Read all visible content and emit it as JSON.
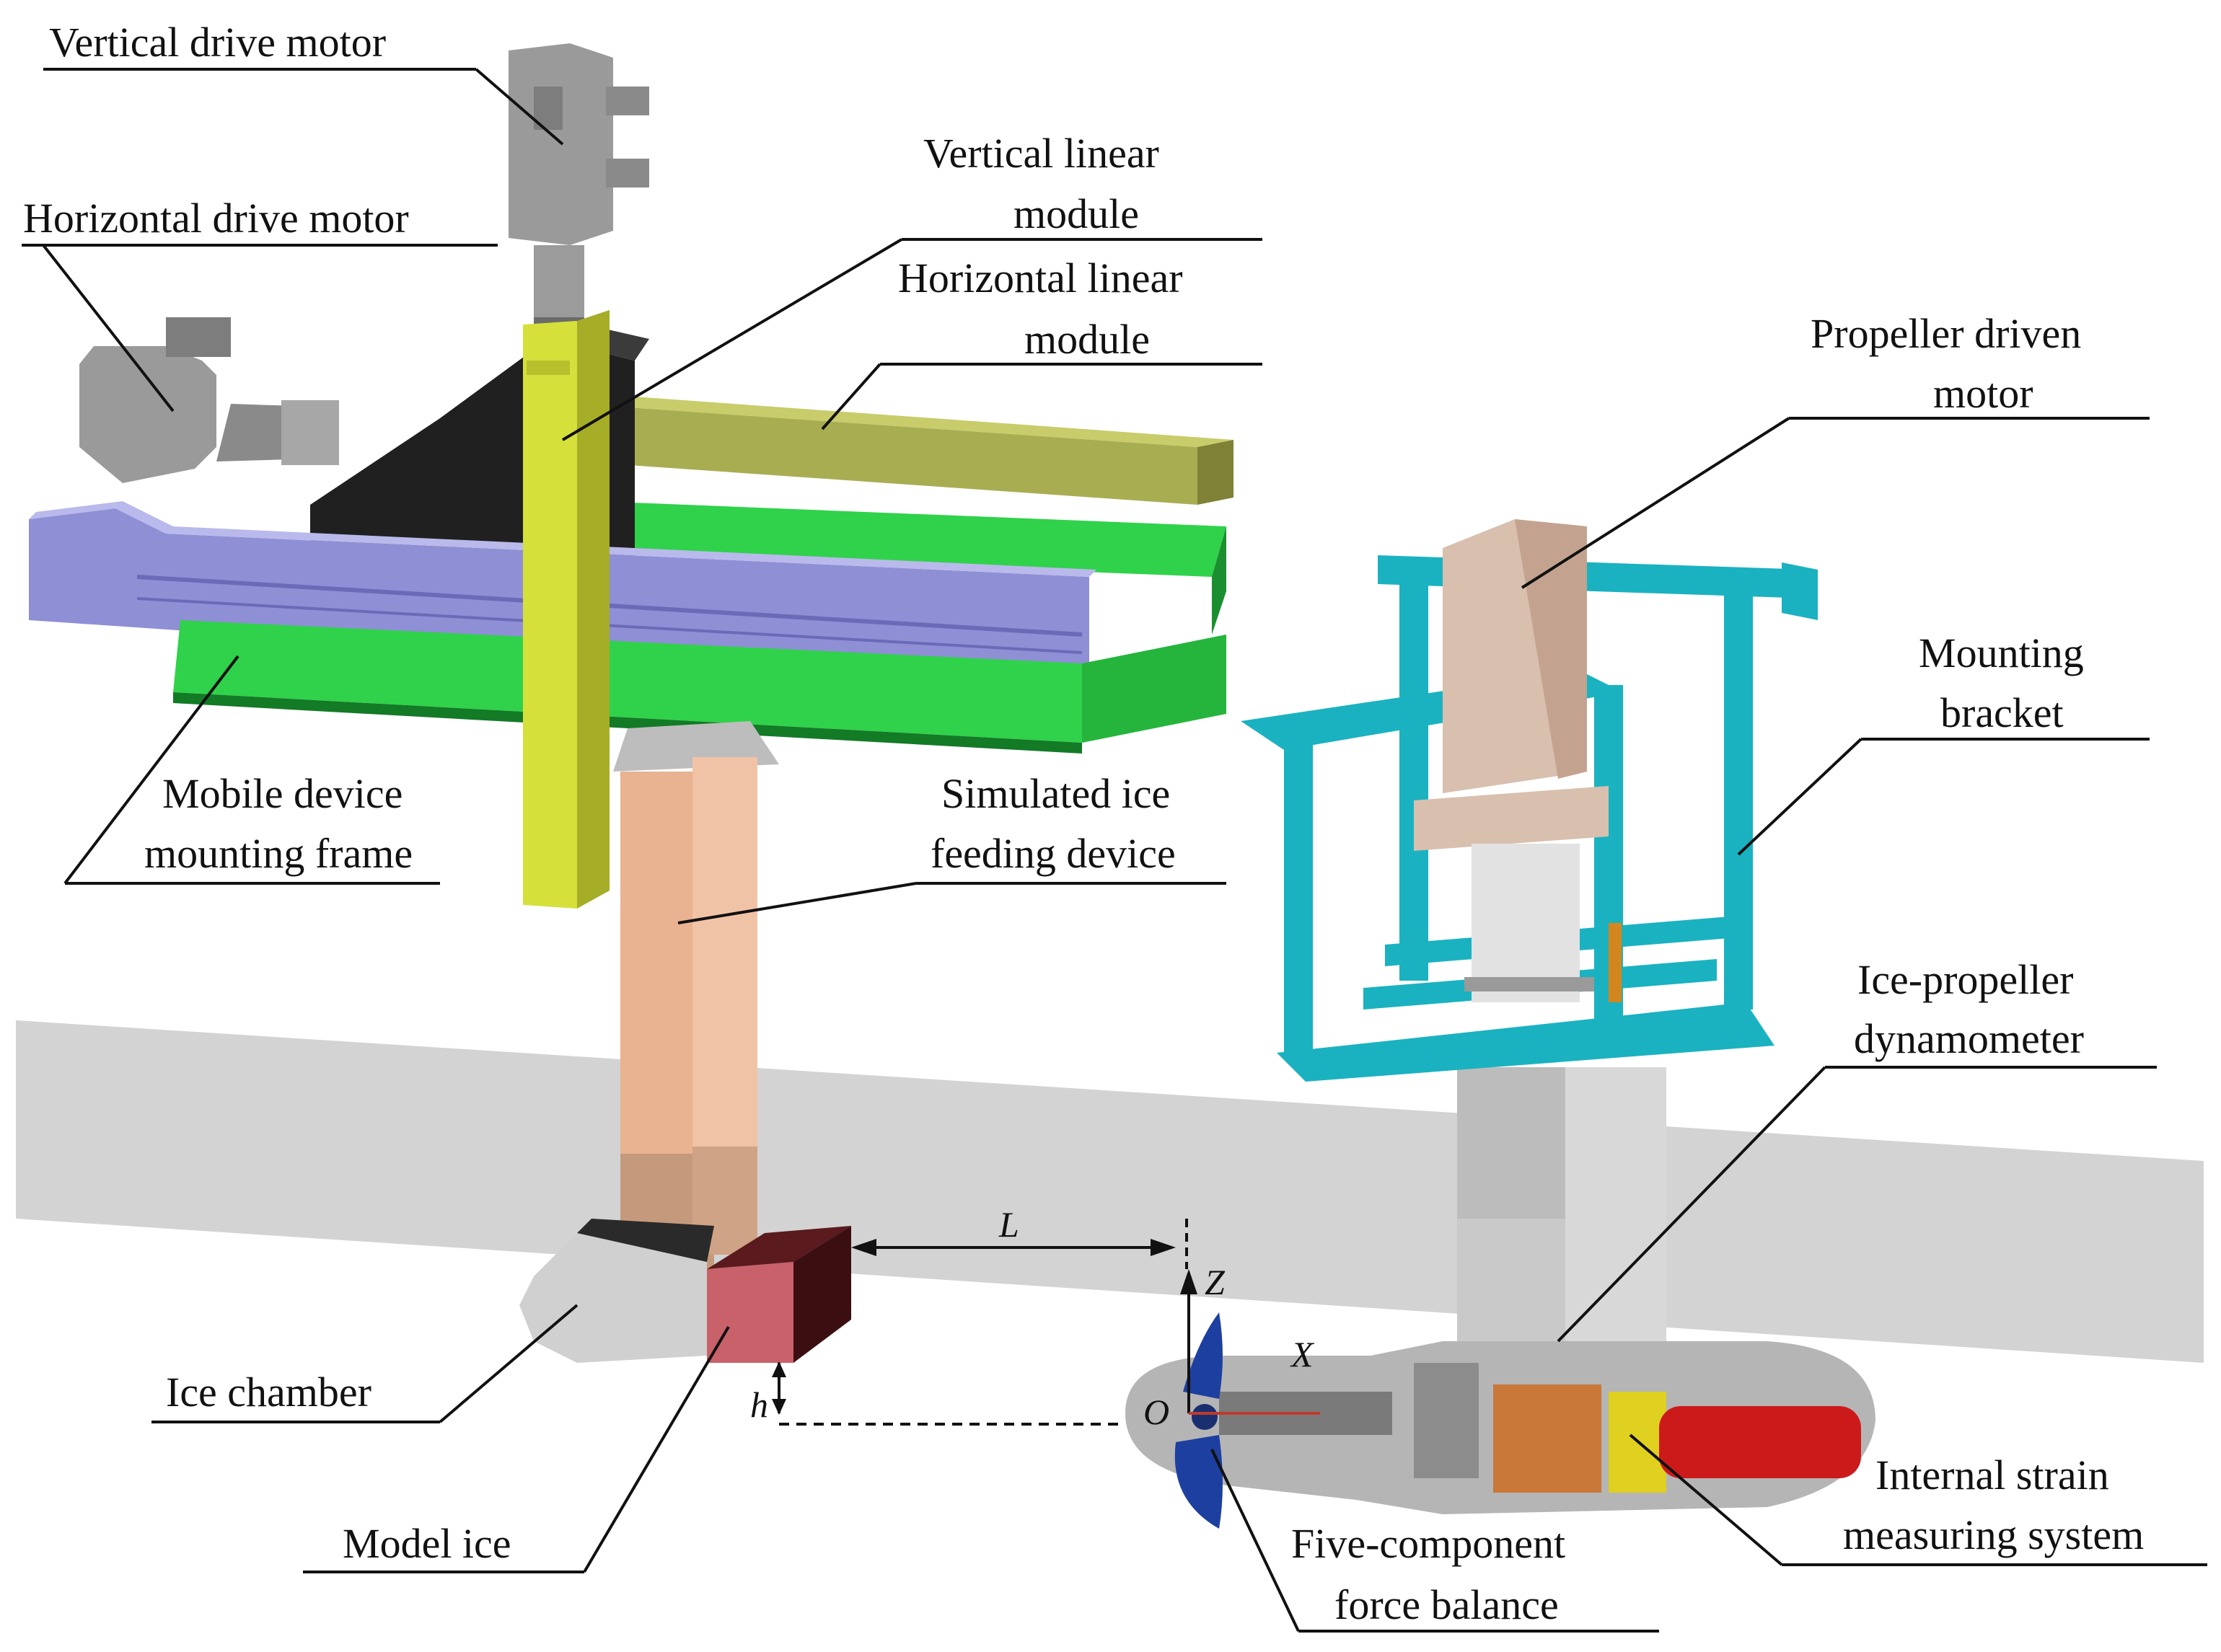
{
  "labels": {
    "vertical_drive_motor": "Vertical drive motor",
    "horizontal_drive_motor": "Horizontal drive motor",
    "vertical_linear_module_l1": "Vertical linear",
    "vertical_linear_module_l2": "module",
    "horizontal_linear_module_l1": "Horizontal linear",
    "horizontal_linear_module_l2": "module",
    "propeller_driven_motor_l1": "Propeller driven",
    "propeller_driven_motor_l2": "motor",
    "mounting_bracket_l1": "Mounting",
    "mounting_bracket_l2": "bracket",
    "mobile_device_mounting_frame_l1": "Mobile device",
    "mobile_device_mounting_frame_l2": "mounting frame",
    "simulated_ice_feeding_device_l1": "Simulated ice",
    "simulated_ice_feeding_device_l2": "feeding device",
    "ice_propeller_dynamometer_l1": "Ice-propeller",
    "ice_propeller_dynamometer_l2": "dynamometer",
    "ice_chamber": "Ice chamber",
    "model_ice": "Model ice",
    "internal_strain_measuring_system_l1": "Internal strain",
    "internal_strain_measuring_system_l2": "measuring system",
    "five_component_force_balance_l1": "Five-component",
    "five_component_force_balance_l2": "force balance"
  },
  "symbols": {
    "distance": "L",
    "height": "h",
    "axis_z": "Z",
    "axis_x": "X",
    "origin": "O"
  },
  "colors": {
    "motor_gray": "#9a9a9a",
    "vertical_module_yellow": "#d6e03a",
    "horizontal_module_olive": "#a9ad52",
    "frame_green": "#2fd24a",
    "lilac_module": "#8f8fd6",
    "ice_feeder_peach": "#e9b290",
    "model_ice_red": "#c9616a",
    "bracket_teal": "#1ab2c0",
    "propeller_motor_beige": "#d8bfae",
    "water_band_gray": "#d3d3d3",
    "propeller_blue": "#1d3fa0",
    "strain_red": "#cc1a1a",
    "strain_yellow": "#e0d020",
    "balance_orange": "#c9783a"
  }
}
